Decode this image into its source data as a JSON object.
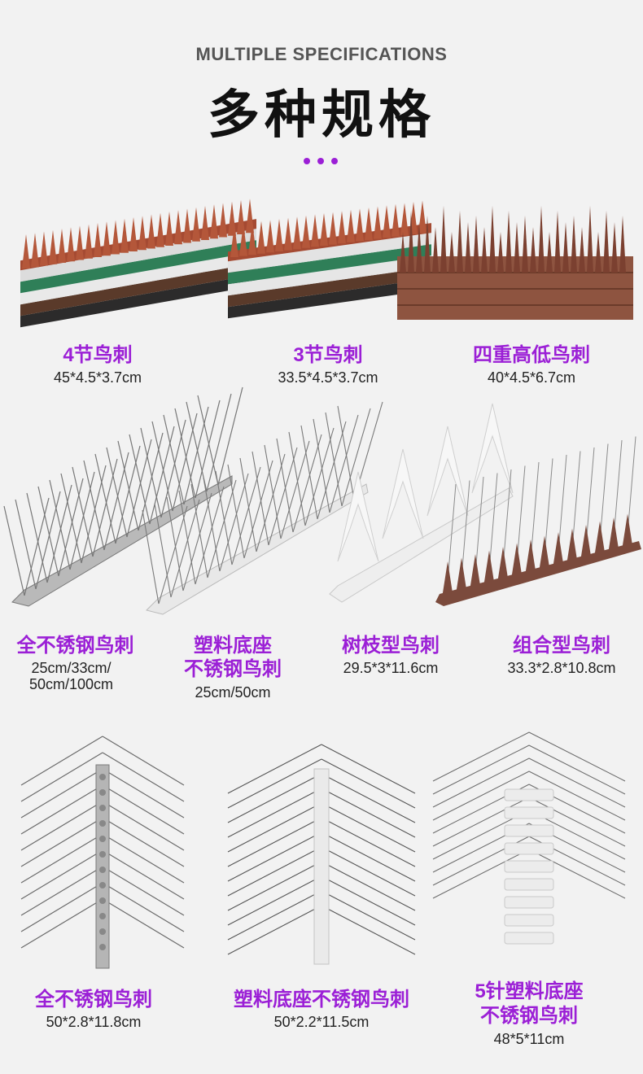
{
  "header": {
    "subtitle": "MULTIPLE SPECIFICATIONS",
    "title": "多种规格"
  },
  "accent_color": "#9b1fd6",
  "products": [
    {
      "name": "4节鸟刺",
      "size": "45*4.5*3.7cm",
      "image": "four-section-plastic-bird-spike"
    },
    {
      "name": "3节鸟刺",
      "size": "33.5*4.5*3.7cm",
      "image": "three-section-plastic-bird-spike"
    },
    {
      "name": "四重高低鸟刺",
      "size": "40*4.5*6.7cm",
      "image": "quad-high-low-bird-spike"
    },
    {
      "name": "全不锈钢鸟刺",
      "size_lines": [
        "25cm/33cm/",
        "50cm/100cm"
      ],
      "image": "stainless-steel-bird-spike"
    },
    {
      "name_lines": [
        "塑料底座",
        "不锈钢鸟刺"
      ],
      "size": "25cm/50cm",
      "image": "plastic-base-steel-bird-spike"
    },
    {
      "name": "树枝型鸟刺",
      "size": "29.5*3*11.6cm",
      "image": "branch-type-bird-spike"
    },
    {
      "name": "组合型鸟刺",
      "size": "33.3*2.8*10.8cm",
      "image": "combination-bird-spike"
    },
    {
      "name": "全不锈钢鸟刺",
      "size": "50*2.8*11.8cm",
      "image": "stainless-steel-bird-spike-top-view"
    },
    {
      "name": "塑料底座不锈钢鸟刺",
      "size": "50*2.2*11.5cm",
      "image": "plastic-base-steel-bird-spike-top-view"
    },
    {
      "name_lines": [
        "5针塑料底座",
        "不锈钢鸟刺"
      ],
      "size": "48*5*11cm",
      "image": "five-needle-plastic-base-bird-spike"
    }
  ]
}
